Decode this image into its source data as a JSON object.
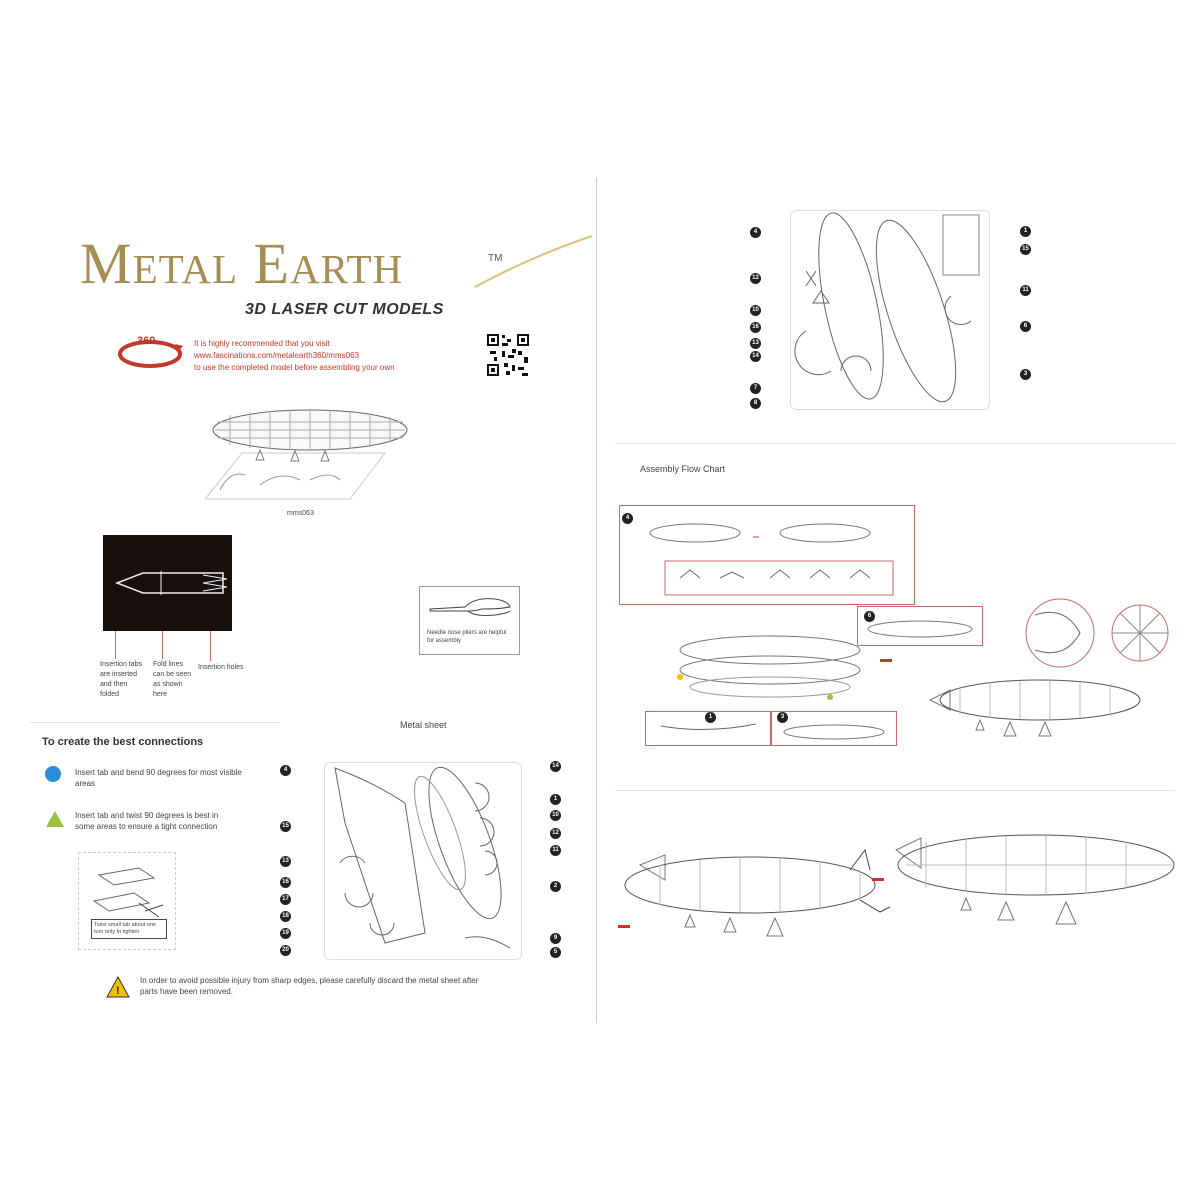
{
  "brand": {
    "title": "Metal Earth",
    "tm": "TM",
    "tagline": "3D LASER CUT MODELS"
  },
  "view360": {
    "badge": "360",
    "line1": "It is highly recommended that you visit",
    "line2": "www.fascinations.com/metalearth360/mms063",
    "line3": "to use the completed model before assembling your own"
  },
  "model_code": "mms063",
  "legend_labels": [
    "Insertion tabs are inserted and then folded",
    "Fold lines can be seen as shown here",
    "Insertion holes"
  ],
  "tool_note": "Needle nose pliers are helpful for assembly",
  "connections": {
    "title": "To create the best connections",
    "blue": "Insert tab and bend 90 degrees for most visible areas",
    "green": "Insert tab and twist 90 degrees is best in some areas to ensure a tight connection",
    "twist_note": "Twist small tab about one turn only to tighten"
  },
  "metal_sheet_label": "Metal sheet",
  "warning": "In order to avoid possible injury from sharp edges, please carefully discard the metal sheet after parts have been removed.",
  "flow_chart_label": "Assembly Flow Chart",
  "sheet1_left_numbers": [
    "4",
    "15",
    "13",
    "16",
    "17",
    "18",
    "19",
    "20"
  ],
  "sheet1_right_numbers": [
    "14",
    "1",
    "10",
    "12",
    "11",
    "2",
    "9",
    "5"
  ],
  "sheet2_left_numbers": [
    "4",
    "12",
    "10",
    "16",
    "13",
    "14",
    "7",
    "8"
  ],
  "sheet2_right_numbers": [
    "1",
    "15",
    "11",
    "6",
    "3"
  ],
  "flow_step_numbers": [
    "4",
    "6",
    "1",
    "3"
  ],
  "colors": {
    "brand": "#a68c55",
    "accent_red": "#c0392b",
    "blue_dot": "#2b8fd6",
    "green_tri": "#9ac23c",
    "warn": "#f2c200"
  }
}
